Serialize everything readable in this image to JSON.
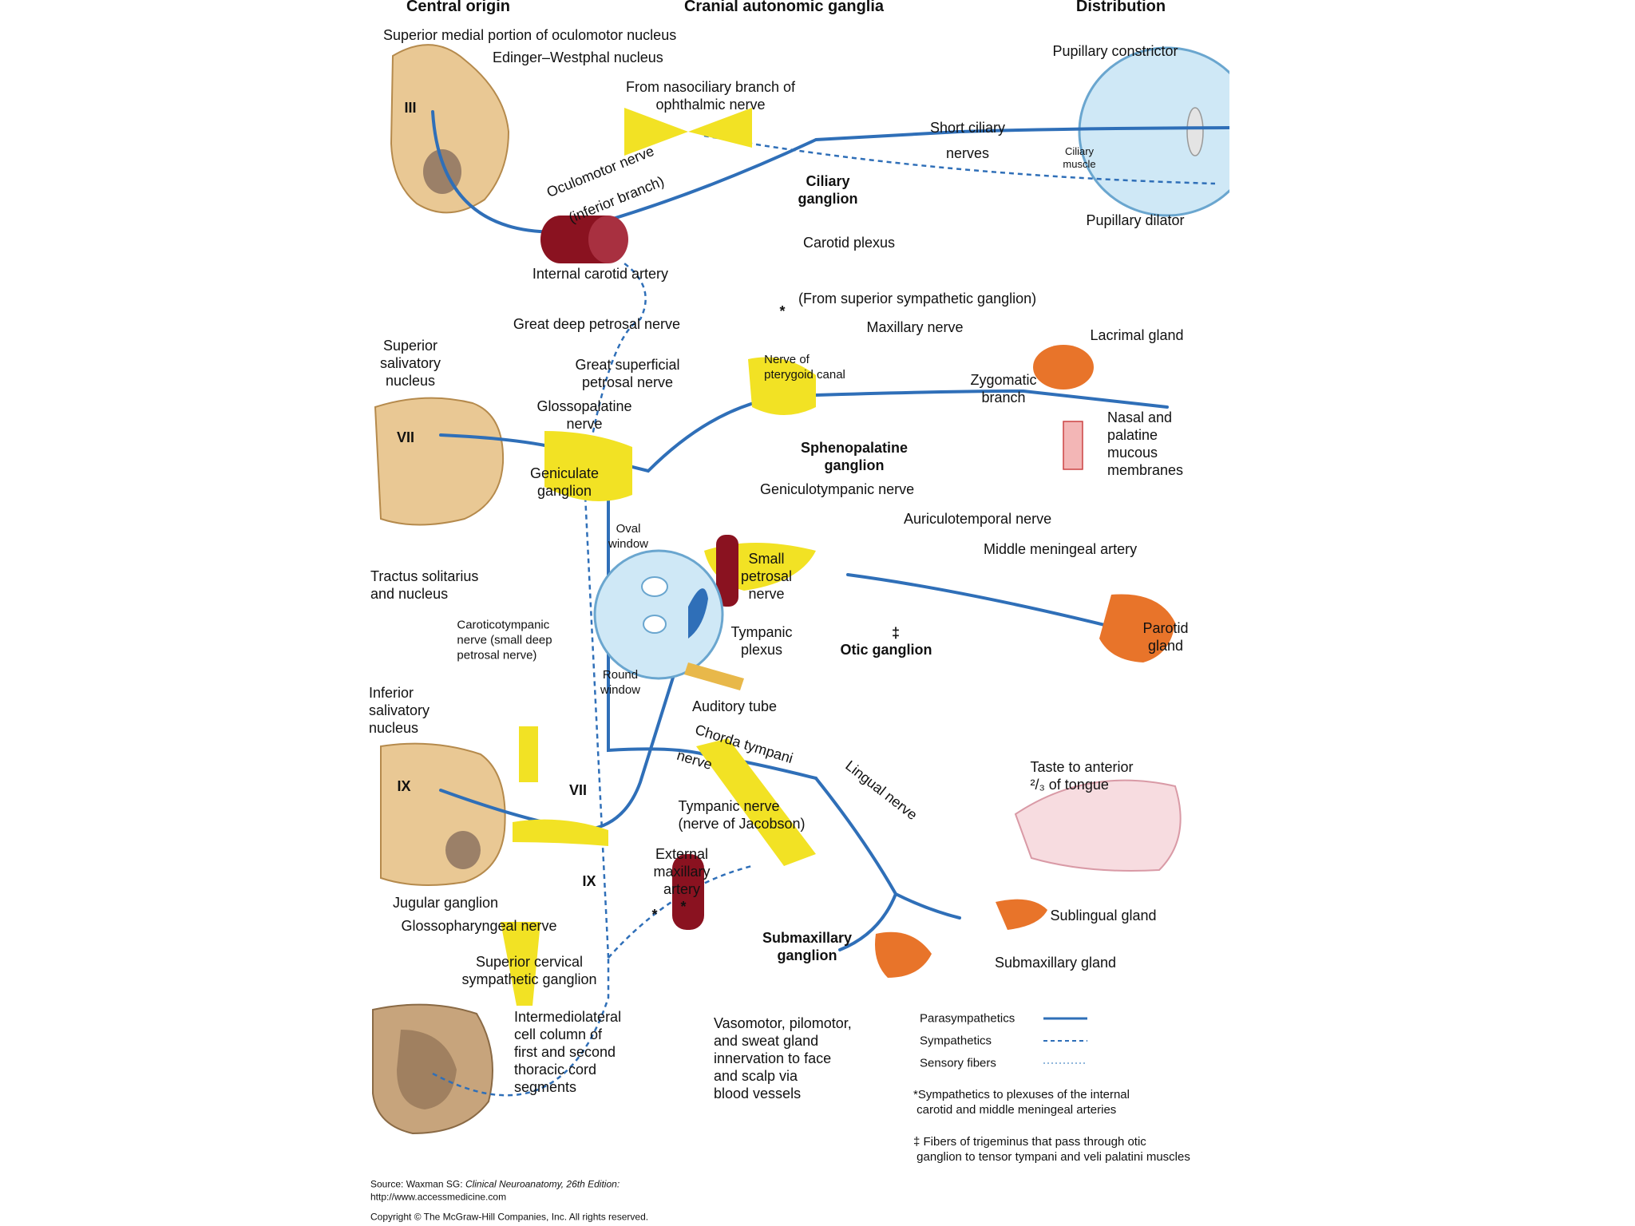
{
  "headers": {
    "central": "Central origin",
    "ganglia": "Cranial autonomic ganglia",
    "distribution": "Distribution"
  },
  "labels": {
    "superior_medial": "Superior medial portion of oculomotor nucleus",
    "edinger": "Edinger–Westphal nucleus",
    "roman_iii": "III",
    "nasociliary": "From nasociliary branch of\nophthalmic nerve",
    "pupillary_constrictor": "Pupillary constrictor",
    "short_ciliary_1": "Short ciliary",
    "short_ciliary_2": "nerves",
    "ciliary_muscle": "Ciliary\nmuscle",
    "oculomotor_nerve": "Oculomotor nerve",
    "inferior_branch": "(inferior branch)",
    "ciliary_ganglion": "Ciliary\nganglion",
    "pupillary_dilator": "Pupillary dilator",
    "carotid_plexus": "Carotid plexus",
    "internal_carotid": "Internal carotid artery",
    "from_superior_symp": "(From superior sympathetic ganglion)",
    "great_deep_petrosal": "Great deep petrosal nerve",
    "maxillary_nerve": "Maxillary nerve",
    "lacrimal_gland": "Lacrimal gland",
    "superior_salivatory": "Superior\nsalivatory\nnucleus",
    "great_superficial": "Great superficial\npetrosal nerve",
    "nerve_pterygoid": "Nerve of\npterygoid canal",
    "zygomatic": "Zygomatic\nbranch",
    "glossopalatine": "Glossopalatine\nnerve",
    "roman_vii": "VII",
    "nasal_palatine": "Nasal and\npalatine\nmucous\nmembranes",
    "sphenopalatine": "Sphenopalatine\nganglion",
    "geniculate": "Geniculate\nganglion",
    "geniculotympanic": "Geniculotympanic nerve",
    "auriculotemporal": "Auriculotemporal nerve",
    "oval_window": "Oval\nwindow",
    "middle_meningeal": "Middle meningeal artery",
    "small_petrosal": "Small\npetrosal\nnerve",
    "tractus": "Tractus solitarius\nand nucleus",
    "caroticotympanic": "Caroticotympanic\nnerve (small deep\npetrosal nerve)",
    "tympanic_plexus": "Tympanic\nplexus",
    "double_dagger": "‡",
    "otic_ganglion": "Otic ganglion",
    "parotid_gland": "Parotid\ngland",
    "round_window": "Round\nwindow",
    "auditory_tube": "Auditory tube",
    "inferior_salivatory": "Inferior\nsalivatory\nnucleus",
    "chorda_tympani_1": "Chorda tympani",
    "chorda_tympani_2": "nerve",
    "lingual_nerve": "Lingual nerve",
    "taste_tongue": "Taste to anterior\n²/₃ of tongue",
    "roman_ix": "IX",
    "roman_vii_low": "VII",
    "tympanic_nerve": "Tympanic nerve\n(nerve of Jacobson)",
    "external_maxillary": "External\nmaxillary\nartery",
    "roman_ix_low": "IX",
    "jugular_ganglion": "Jugular ganglion",
    "glossopharyngeal": "Glossopharyngeal nerve",
    "sublingual_gland": "Sublingual gland",
    "submaxillary_ganglion": "Submaxillary\nganglion",
    "submaxillary_gland": "Submaxillary gland",
    "superior_cervical": "Superior cervical\nsympathetic ganglion",
    "intermediolateral": "Intermediolateral\ncell column of\nfirst and second\nthoracic cord\nsegments",
    "vasomotor": "Vasomotor, pilomotor,\nand sweat gland\ninnervation to face\nand scalp via\nblood vessels",
    "asterisk_1": "*",
    "asterisk_2": "*",
    "asterisk_3": "*"
  },
  "legend": {
    "parasympathetics": "Parasympathetics",
    "sympathetics": "Sympathetics",
    "sensory": "Sensory fibers",
    "note_asterisk": "*Sympathetics to plexuses of the internal\n carotid and middle meningeal arteries",
    "note_dagger": "‡ Fibers of trigeminus that pass through otic\n ganglion to tensor tympani and veli palatini muscles"
  },
  "source": {
    "line1_prefix": "Source: Waxman SG: ",
    "line1_title": "Clinical Neuroanatomy, 26th Edition:",
    "line2": "http://www.accessmedicine.com",
    "line3": "Copyright © The McGraw-Hill Companies, Inc. All rights reserved."
  },
  "colors": {
    "nerve": "#2f6fb8",
    "ganglion": "#f2e224",
    "brainstem": "#e9c894",
    "artery": "#8a1220",
    "gland": "#e8742a",
    "eye": "#cfe8f6"
  }
}
